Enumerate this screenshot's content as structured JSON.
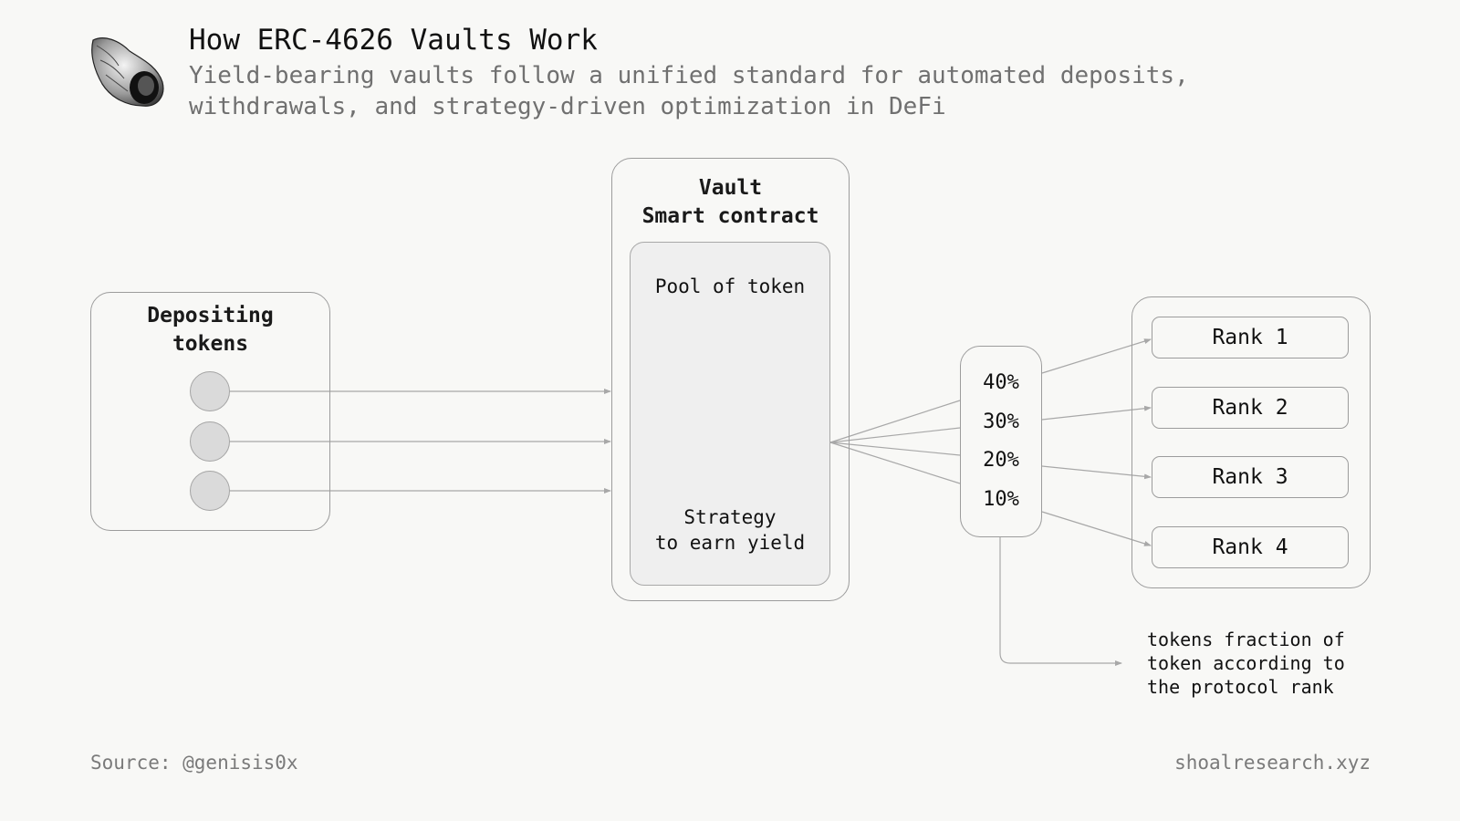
{
  "header": {
    "title": "How ERC-4626 Vaults Work",
    "subtitle_lines": [
      "Yield-bearing vaults follow a unified standard for automated deposits,",
      "withdrawals, and strategy-driven optimization in DeFi"
    ]
  },
  "depositing": {
    "label_lines": [
      "Depositing",
      "tokens"
    ]
  },
  "vault": {
    "label_lines": [
      "Vault",
      "Smart contract"
    ],
    "pool_label": "Pool of token",
    "strategy_lines": [
      "Strategy",
      "to earn yield"
    ]
  },
  "allocation": {
    "percentages": [
      "40%",
      "30%",
      "20%",
      "10%"
    ]
  },
  "ranks": [
    "Rank 1",
    "Rank 2",
    "Rank 3",
    "Rank 4"
  ],
  "note_lines": [
    "tokens fraction of",
    "token according to",
    "the protocol rank"
  ],
  "footer": {
    "source": "Source: @genisis0x",
    "site": "shoalresearch.xyz"
  },
  "colors": {
    "background": "#f8f8f6",
    "line": "#a8a8a8",
    "arrow_dark": "#6a6a6a",
    "coin": "#dadada"
  },
  "icons": {
    "logo": "seashell-icon"
  }
}
